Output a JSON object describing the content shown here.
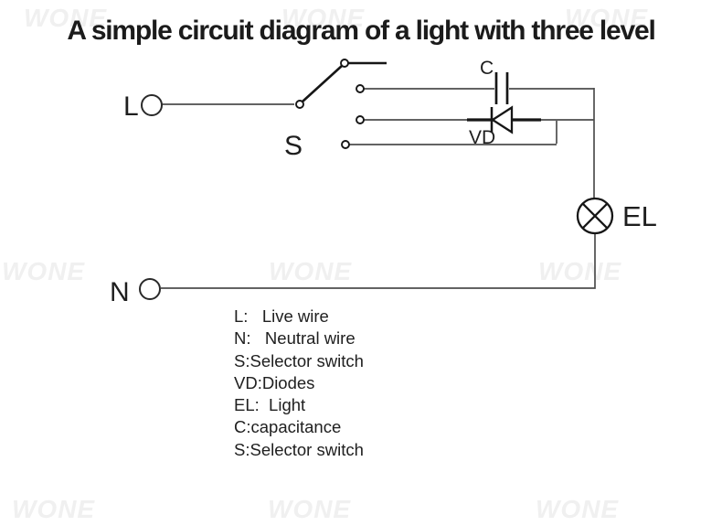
{
  "title": "A simple circuit diagram of a light with three level",
  "watermark": {
    "text": "WONE"
  },
  "diagram": {
    "labels": {
      "live": "L",
      "neutral": "N",
      "switch": "S",
      "capacitor": "C",
      "diode": "VD",
      "lamp": "EL"
    }
  },
  "legend": {
    "items": [
      "L:   Live wire",
      "N:   Neutral wire",
      "S:Selector switch",
      "VD:Diodes",
      "EL:  Light",
      "C:capacitance",
      "S:Selector switch"
    ]
  }
}
